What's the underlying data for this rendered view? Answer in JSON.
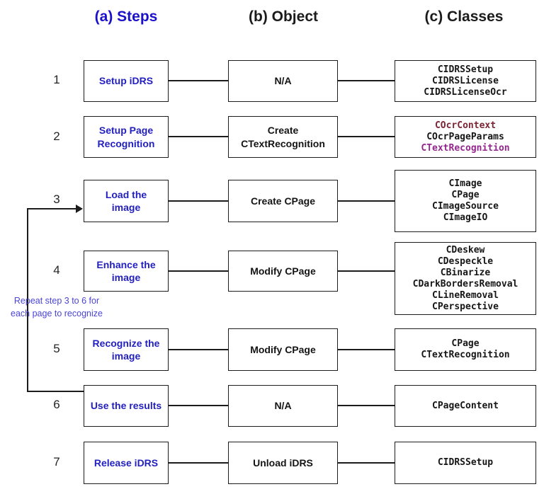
{
  "colors": {
    "header_accent": "#1a12c8",
    "step_text": "#2320c0",
    "loop_text": "#4a44d6",
    "class_default": "#161616",
    "class_maroon": "#7b2433",
    "class_purple": "#93268f",
    "line": "#1c1c1c"
  },
  "headers": {
    "steps": "(a) Steps",
    "object": "(b) Object",
    "classes": "(c) Classes"
  },
  "loop_label": {
    "line1": "Repeat step 3 to 6 for",
    "line2": "each page to recognize"
  },
  "rows": [
    {
      "num": "1",
      "step": "Setup iDRS",
      "object": "N/A",
      "classes": [
        {
          "name": "CIDRSSetup",
          "tone": "default"
        },
        {
          "name": "CIDRSLicense",
          "tone": "default"
        },
        {
          "name": "CIDRSLicenseOcr",
          "tone": "default"
        }
      ]
    },
    {
      "num": "2",
      "step": "Setup Page Recognition",
      "object": "Create CTextRecognition",
      "classes": [
        {
          "name": "COcrContext",
          "tone": "maroon"
        },
        {
          "name": "COcrPageParams",
          "tone": "default"
        },
        {
          "name": "CTextRecognition",
          "tone": "purple"
        }
      ]
    },
    {
      "num": "3",
      "step": "Load the image",
      "object": "Create CPage",
      "classes": [
        {
          "name": "CImage",
          "tone": "default"
        },
        {
          "name": "CPage",
          "tone": "default"
        },
        {
          "name": "CImageSource",
          "tone": "default"
        },
        {
          "name": "CImageIO",
          "tone": "default"
        }
      ]
    },
    {
      "num": "4",
      "step": "Enhance the image",
      "object": "Modify CPage",
      "classes": [
        {
          "name": "CDeskew",
          "tone": "default"
        },
        {
          "name": "CDespeckle",
          "tone": "default"
        },
        {
          "name": "CBinarize",
          "tone": "default"
        },
        {
          "name": "CDarkBordersRemoval",
          "tone": "default"
        },
        {
          "name": "CLineRemoval",
          "tone": "default"
        },
        {
          "name": "CPerspective",
          "tone": "default"
        }
      ]
    },
    {
      "num": "5",
      "step": "Recognize the image",
      "object": "Modify CPage",
      "classes": [
        {
          "name": "CPage",
          "tone": "default"
        },
        {
          "name": "CTextRecognition",
          "tone": "default"
        }
      ]
    },
    {
      "num": "6",
      "step": "Use the results",
      "object": "N/A",
      "classes": [
        {
          "name": "CPageContent",
          "tone": "default"
        }
      ]
    },
    {
      "num": "7",
      "step": "Release iDRS",
      "object": "Unload iDRS",
      "classes": [
        {
          "name": "CIDRSSetup",
          "tone": "default"
        }
      ]
    }
  ]
}
